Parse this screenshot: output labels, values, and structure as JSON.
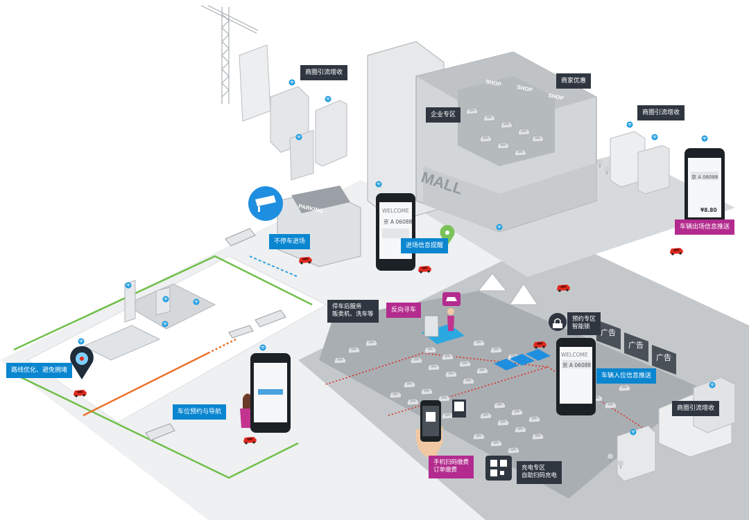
{
  "labels": {
    "mall_sign": "MALL",
    "parking_sign": "PARKING",
    "shop": "SHOP",
    "ad": "广告",
    "callouts": {
      "business_traffic_1": "商圈引流增收",
      "merchant_discount": "商家优惠",
      "enterprise_zone": "企业专区",
      "business_traffic_2": "商圈引流增收",
      "no_stop_entry": "不停车进场",
      "entry_info": "进场信息提醒",
      "exit_push": "车辆出场信息推送",
      "after_service_line1": "停车后服务",
      "after_service_line2": "贩卖机、洗车等",
      "reverse_find": "反向寻车",
      "reserved_line1": "预约专区",
      "reserved_line2": "智能锁",
      "entry_push": "车辆入位信息推送",
      "route_opt": "路线优化、避免拥堵",
      "reserve_nav": "车位预约与导航",
      "scan_pay_line1": "手机扫码缴费",
      "scan_pay_line2": "订单缴费",
      "charging_line1": "充电专区",
      "charging_line2": "自助扫码充电",
      "business_traffic_3": "商圈引流增收"
    },
    "phones": {
      "welcome": "WELCOME",
      "plate": "京 A 06088",
      "fee": "¥8.80"
    }
  },
  "colors": {
    "dark": "#2f3640",
    "blue": "#0a86d0",
    "magenta": "#b32b8e",
    "car_red": "#e02a1e",
    "ground": "#cfd2d4",
    "road_green": "#6fbf4a",
    "road_orange": "#e8702a"
  },
  "icons": [
    "wifi-icon",
    "cctv-icon",
    "map-pin-icon",
    "car-icon",
    "qr-icon",
    "lock-icon"
  ]
}
